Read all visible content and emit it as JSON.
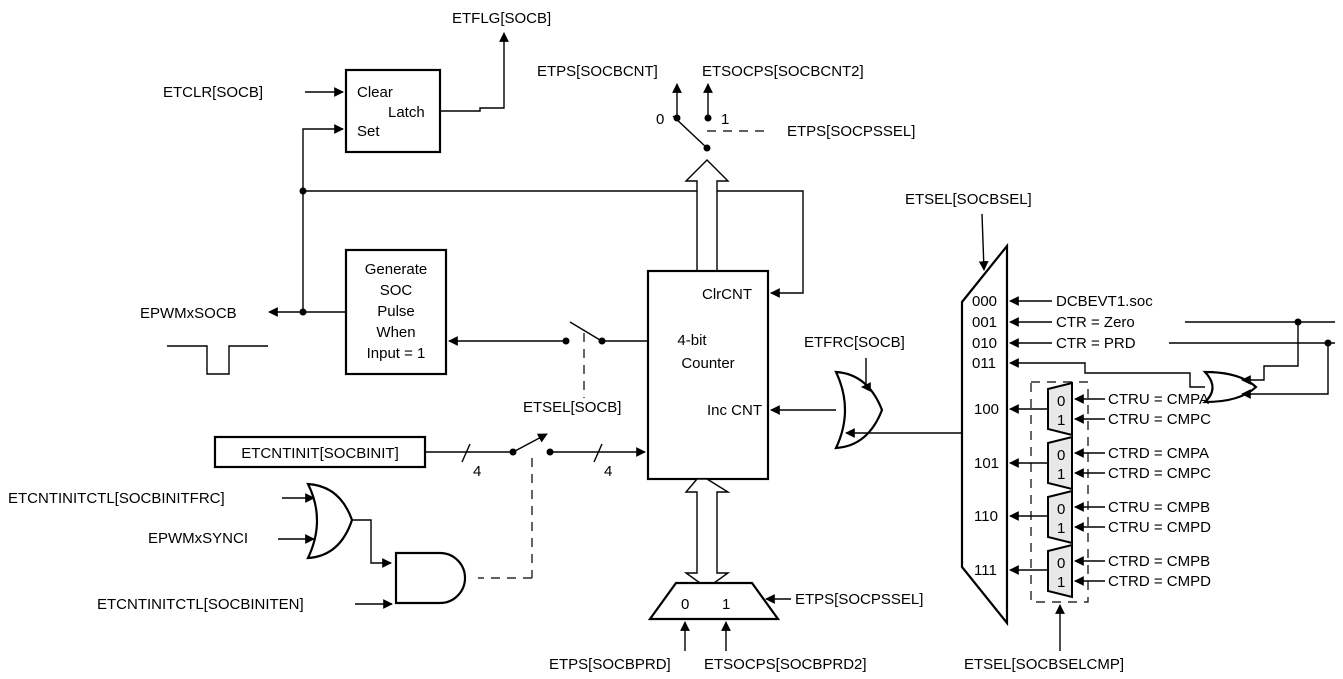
{
  "labels": {
    "etflg": "ETFLG[SOCB]",
    "etclr": "ETCLR[SOCB]",
    "latch_clear": "Clear",
    "latch_latch": "Latch",
    "latch_set": "Set",
    "etps_socbcnt": "ETPS[SOCBCNT]",
    "etsocps_socbcnt2": "ETSOCPS[SOCBCNT2]",
    "sw_top_0": "0",
    "sw_top_1": "1",
    "etps_socpssel_top": "ETPS[SOCPSSEL]",
    "etsel_socbsel": "ETSEL[SOCBSEL]",
    "gen_line1": "Generate",
    "gen_line2": "SOC",
    "gen_line3": "Pulse",
    "gen_line4": "When",
    "gen_line5": "Input = 1",
    "epwmxsocb": "EPWMxSOCB",
    "clrcnt": "ClrCNT",
    "counter_line1": "4-bit",
    "counter_line2": "Counter",
    "inccnt": "Inc CNT",
    "etfrc": "ETFRC[SOCB]",
    "etsel_socb": "ETSEL[SOCB]",
    "etcntinit": "ETCNTINIT[SOCBINIT]",
    "bus_width_1": "4",
    "bus_width_2": "4",
    "etcntinitctl_frc": "ETCNTINITCTL[SOCBINITFRC]",
    "epwmxsynci": "EPWMxSYNCI",
    "etcntinitctl_en": "ETCNTINITCTL[SOCBINITEN]",
    "presc_0": "0",
    "presc_1": "1",
    "etps_socpssel_bottom": "ETPS[SOCPSSEL]",
    "etps_socbprd": "ETPS[SOCBPRD]",
    "etsocps_socbprd2": "ETSOCPS[SOCBPRD2]",
    "etsel_socbselcmp": "ETSEL[SOCBSELCMP]"
  },
  "mux_inputs": [
    {
      "code": "000",
      "signal": "DCBEVT1.soc"
    },
    {
      "code": "001",
      "signal": "CTR = Zero"
    },
    {
      "code": "010",
      "signal": "CTR = PRD"
    },
    {
      "code": "011",
      "signal": ""
    },
    {
      "code": "100",
      "signal": ""
    },
    {
      "code": "101",
      "signal": ""
    },
    {
      "code": "110",
      "signal": ""
    },
    {
      "code": "111",
      "signal": ""
    }
  ],
  "sub_muxes": [
    {
      "in0": "0",
      "in1": "1",
      "sig0": "CTRU = CMPA",
      "sig1": "CTRU = CMPC"
    },
    {
      "in0": "0",
      "in1": "1",
      "sig0": "CTRD = CMPA",
      "sig1": "CTRD = CMPC"
    },
    {
      "in0": "0",
      "in1": "1",
      "sig0": "CTRU = CMPB",
      "sig1": "CTRU = CMPD"
    },
    {
      "in0": "0",
      "in1": "1",
      "sig0": "CTRD = CMPB",
      "sig1": "CTRD = CMPD"
    }
  ]
}
